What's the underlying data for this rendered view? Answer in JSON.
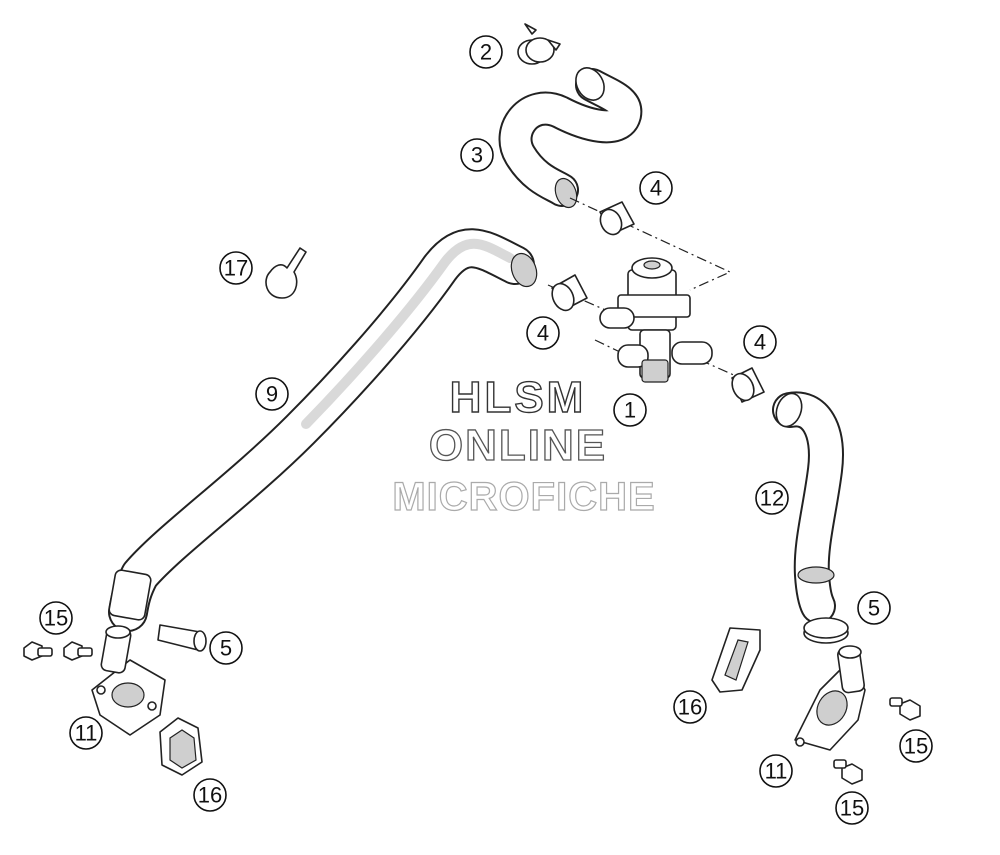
{
  "watermark": {
    "line1": "HLSM",
    "line2": "ONLINE",
    "line3": "MICROFICHE"
  },
  "callouts": [
    {
      "id": "c1",
      "label": "1"
    },
    {
      "id": "c2",
      "label": "2"
    },
    {
      "id": "c3",
      "label": "3"
    },
    {
      "id": "c4a",
      "label": "4"
    },
    {
      "id": "c4b",
      "label": "4"
    },
    {
      "id": "c4c",
      "label": "4"
    },
    {
      "id": "c5a",
      "label": "5"
    },
    {
      "id": "c5b",
      "label": "5"
    },
    {
      "id": "c9",
      "label": "9"
    },
    {
      "id": "c11a",
      "label": "11"
    },
    {
      "id": "c11b",
      "label": "11"
    },
    {
      "id": "c12",
      "label": "12"
    },
    {
      "id": "c15a",
      "label": "15"
    },
    {
      "id": "c15b",
      "label": "15"
    },
    {
      "id": "c15c",
      "label": "15"
    },
    {
      "id": "c16a",
      "label": "16"
    },
    {
      "id": "c16b",
      "label": "16"
    },
    {
      "id": "c17",
      "label": "17"
    }
  ]
}
